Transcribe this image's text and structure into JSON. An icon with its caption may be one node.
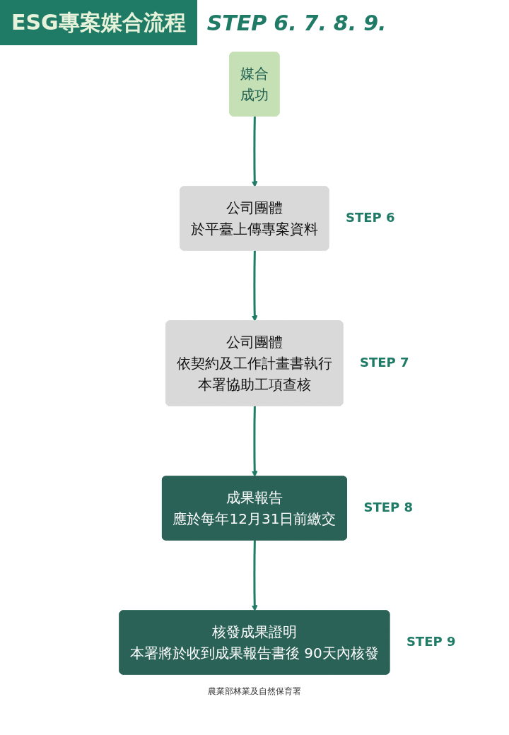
{
  "diagram": {
    "title": "ESG專案媒合流程",
    "nodes": [
      {
        "text": [
          "媒合",
          "成功"
        ]
      },
      {
        "text": [
          "公司團體",
          "於平臺上傳專案資料"
        ],
        "beside": [
          "STEP 6"
        ]
      },
      {
        "text": [
          "公司團體",
          "依契約及工作計畫書執行",
          "本署協助工項查核"
        ],
        "beside": [
          "STEP 7"
        ]
      },
      {
        "text": [
          "成果報告",
          "應於每年12月31日前繳交"
        ],
        "beside": [
          "STEP 8"
        ]
      },
      {
        "text": [
          "核發成果證明",
          "本署將於收到成果報告書後 90天內核發"
        ],
        "beside": [
          "STEP 9"
        ]
      }
    ],
    "edges": [
      {
        "from": 0,
        "to": 1,
        "arrow": "to"
      },
      {
        "from": 1,
        "to": 2,
        "arrow": "to"
      },
      {
        "from": 2,
        "to": 3,
        "arrow": "to"
      },
      {
        "from": 3,
        "to": 4,
        "arrow": "to"
      }
    ],
    "labels": [
      "STEP",
      "6.",
      "7.",
      "8.",
      "9.",
      "農業部林業及自然保育署"
    ]
  }
}
